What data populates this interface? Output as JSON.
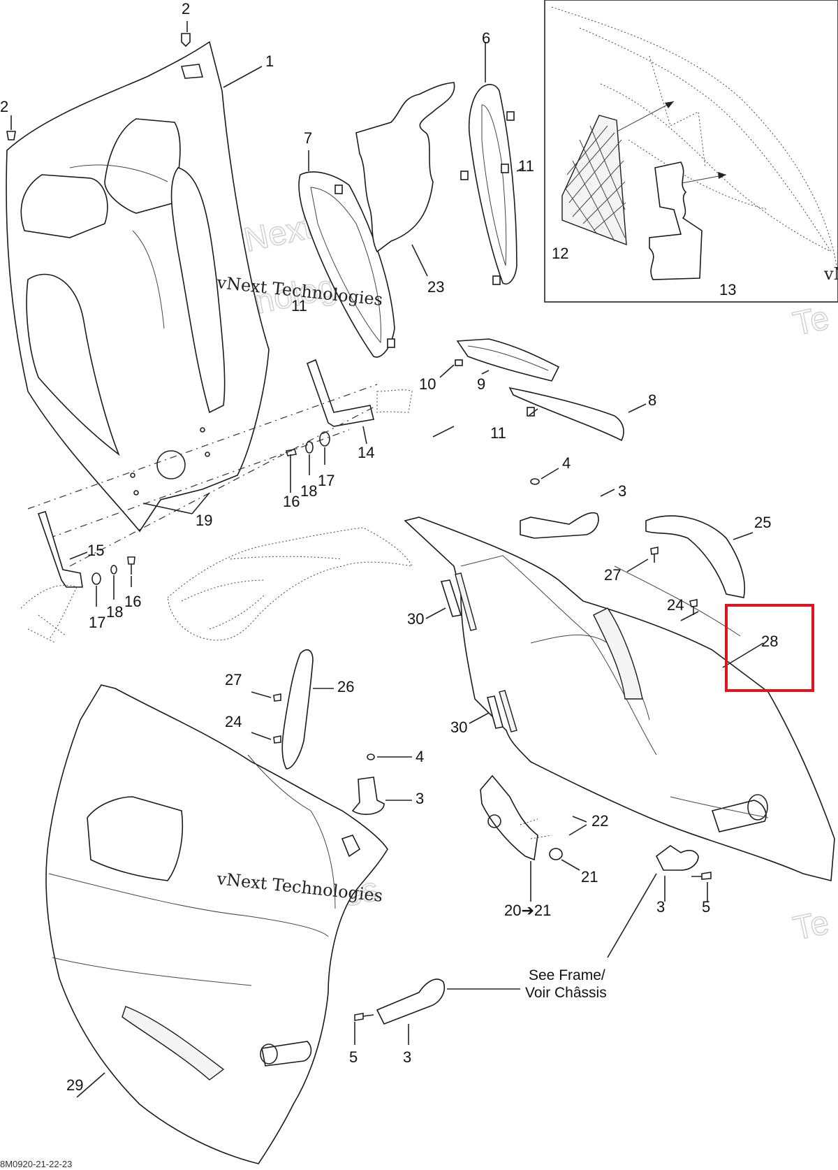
{
  "callouts": [
    {
      "id": "c1",
      "text": "1"
    },
    {
      "id": "c2a",
      "text": "2"
    },
    {
      "id": "c2b",
      "text": "2"
    },
    {
      "id": "c3a",
      "text": "3"
    },
    {
      "id": "c3b",
      "text": "3"
    },
    {
      "id": "c3c",
      "text": "3"
    },
    {
      "id": "c3d",
      "text": "3"
    },
    {
      "id": "c4a",
      "text": "4"
    },
    {
      "id": "c4b",
      "text": "4"
    },
    {
      "id": "c5a",
      "text": "5"
    },
    {
      "id": "c5b",
      "text": "5"
    },
    {
      "id": "c6",
      "text": "6"
    },
    {
      "id": "c7",
      "text": "7"
    },
    {
      "id": "c8",
      "text": "8"
    },
    {
      "id": "c9",
      "text": "9"
    },
    {
      "id": "c10",
      "text": "10"
    },
    {
      "id": "c11a",
      "text": "11"
    },
    {
      "id": "c11b",
      "text": "11"
    },
    {
      "id": "c11c",
      "text": "11"
    },
    {
      "id": "c12",
      "text": "12"
    },
    {
      "id": "c13",
      "text": "13"
    },
    {
      "id": "c14",
      "text": "14"
    },
    {
      "id": "c15",
      "text": "15"
    },
    {
      "id": "c16a",
      "text": "16"
    },
    {
      "id": "c16b",
      "text": "16"
    },
    {
      "id": "c17a",
      "text": "17"
    },
    {
      "id": "c17b",
      "text": "17"
    },
    {
      "id": "c18a",
      "text": "18"
    },
    {
      "id": "c18b",
      "text": "18"
    },
    {
      "id": "c19",
      "text": "19"
    },
    {
      "id": "c20",
      "text": "20➔21"
    },
    {
      "id": "c21",
      "text": "21"
    },
    {
      "id": "c22",
      "text": "22"
    },
    {
      "id": "c23",
      "text": "23"
    },
    {
      "id": "c24a",
      "text": "24"
    },
    {
      "id": "c24b",
      "text": "24"
    },
    {
      "id": "c25",
      "text": "25"
    },
    {
      "id": "c26",
      "text": "26"
    },
    {
      "id": "c27a",
      "text": "27"
    },
    {
      "id": "c27b",
      "text": "27"
    },
    {
      "id": "c28",
      "text": "28"
    },
    {
      "id": "c29",
      "text": "29"
    },
    {
      "id": "c30a",
      "text": "30"
    },
    {
      "id": "c30b",
      "text": "30"
    }
  ],
  "note": {
    "line1": "See Frame/",
    "line2": "Voir Châssis"
  },
  "watermark": {
    "line1": "vNext Technologies",
    "brand_a": "vNext",
    "brand_b": "Technologies",
    "edge_a": "vN",
    "edge_b": "Te"
  },
  "drawing_code": "8M0920-21-22-23",
  "highlight": {
    "target": "28",
    "color": "#e0141c"
  }
}
